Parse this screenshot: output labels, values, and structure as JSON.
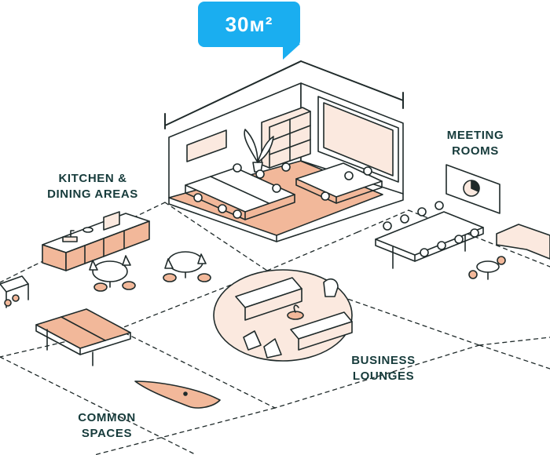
{
  "area_badge": {
    "value": "30м²",
    "color": "#1aaef0"
  },
  "zones": {
    "kitchen": "KITCHEN &\nDINING AREAS",
    "meeting": "MEETING\nROOMS",
    "lounges": "BUSINESS\nLOUNGES",
    "common": "COMMON\nSPACES"
  },
  "colors": {
    "outline": "#1f2a2a",
    "label_text": "#163b3b",
    "accent_fill": "#f2b89a",
    "light_fill": "#fbe9df",
    "surface": "#ffffff"
  }
}
